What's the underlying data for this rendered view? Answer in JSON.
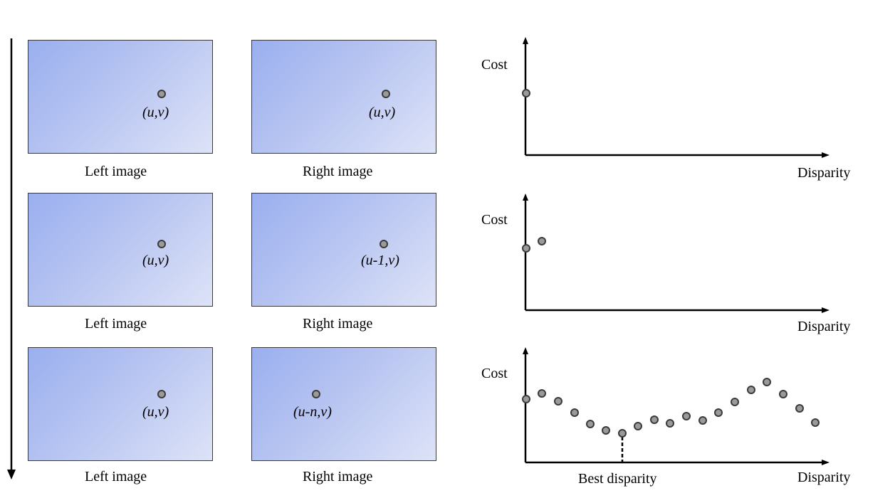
{
  "rows": [
    {
      "left": {
        "caption": "Left image",
        "coord": "(u,v)"
      },
      "right": {
        "caption": "Right image",
        "coord": "(u,v)"
      },
      "plot": {
        "ylabel": "Cost",
        "xlabel": "Disparity"
      }
    },
    {
      "left": {
        "caption": "Left image",
        "coord": "(u,v)"
      },
      "right": {
        "caption": "Right image",
        "coord": "(u-1,v)"
      },
      "plot": {
        "ylabel": "Cost",
        "xlabel": "Disparity"
      }
    },
    {
      "left": {
        "caption": "Left image",
        "coord": "(u,v)"
      },
      "right": {
        "caption": "Right image",
        "coord": "(u-n,v)"
      },
      "plot": {
        "ylabel": "Cost",
        "xlabel": "Disparity",
        "best_label": "Best disparity"
      }
    }
  ],
  "colors": {
    "panel_gradient_start": "#9aaff0",
    "panel_gradient_end": "#dde3f7",
    "point_fill": "#9a9a9a",
    "point_stroke": "#3b3b3b"
  }
}
